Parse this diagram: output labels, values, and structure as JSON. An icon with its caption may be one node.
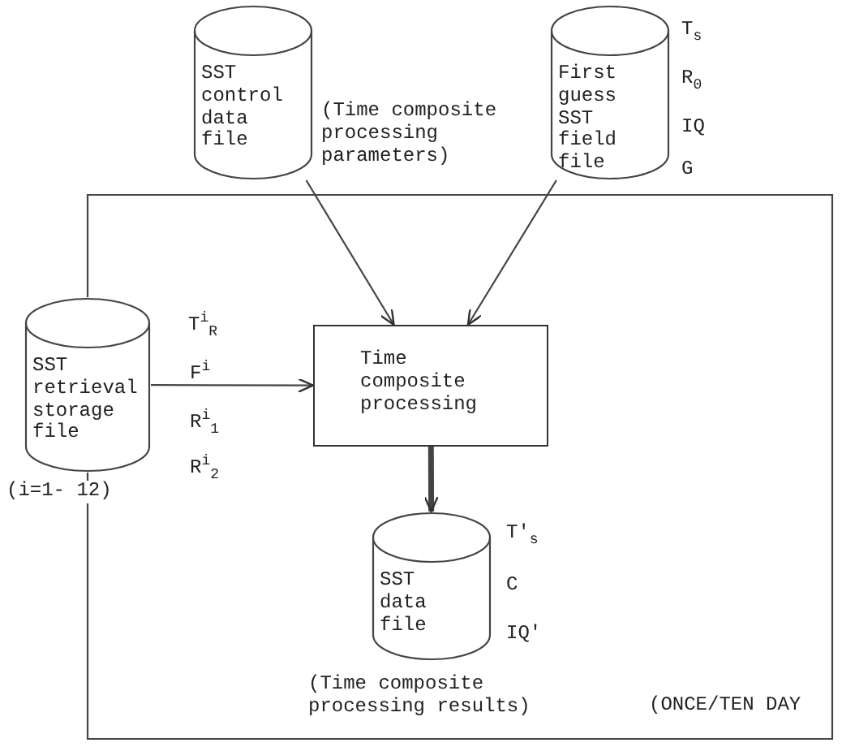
{
  "diagram": {
    "nodes": [
      {
        "text": [
          "SST control data file"
        ],
        "beside": [
          "(Time composite processing parameters)"
        ]
      },
      {
        "text": [
          "First guess SST field file"
        ],
        "beside": [
          "T$_{s}$",
          "R$_{0}$",
          "IQ",
          "G"
        ]
      },
      {
        "text": [
          "SST retrieval storage file"
        ],
        "beside": [
          "(i=1- 12)"
        ]
      },
      {
        "text": [
          "Time composite processing"
        ]
      },
      {
        "text": [
          "SST data file"
        ],
        "beside": [
          "T'$_{s}$",
          "C",
          "IQ'",
          "(Time composite processing results)"
        ]
      }
    ],
    "edges": [
      {
        "from": 0,
        "to": 3,
        "arrow": "to"
      },
      {
        "from": 1,
        "to": 3,
        "arrow": "to"
      },
      {
        "from": 2,
        "to": 3,
        "arrow": "to"
      },
      {
        "from": 3,
        "to": 4,
        "arrow": "to",
        "style": "thick"
      },
      {
        "from": 2,
        "to": 2,
        "arrow": "none"
      }
    ],
    "labels": [
      "T$^{i}$$_{R}$",
      "F$^{i}$",
      "R$^{i}$$_{1}$",
      "R$^{i}$$_{2}$",
      "(ONCE/TEN DAY"
    ]
  }
}
